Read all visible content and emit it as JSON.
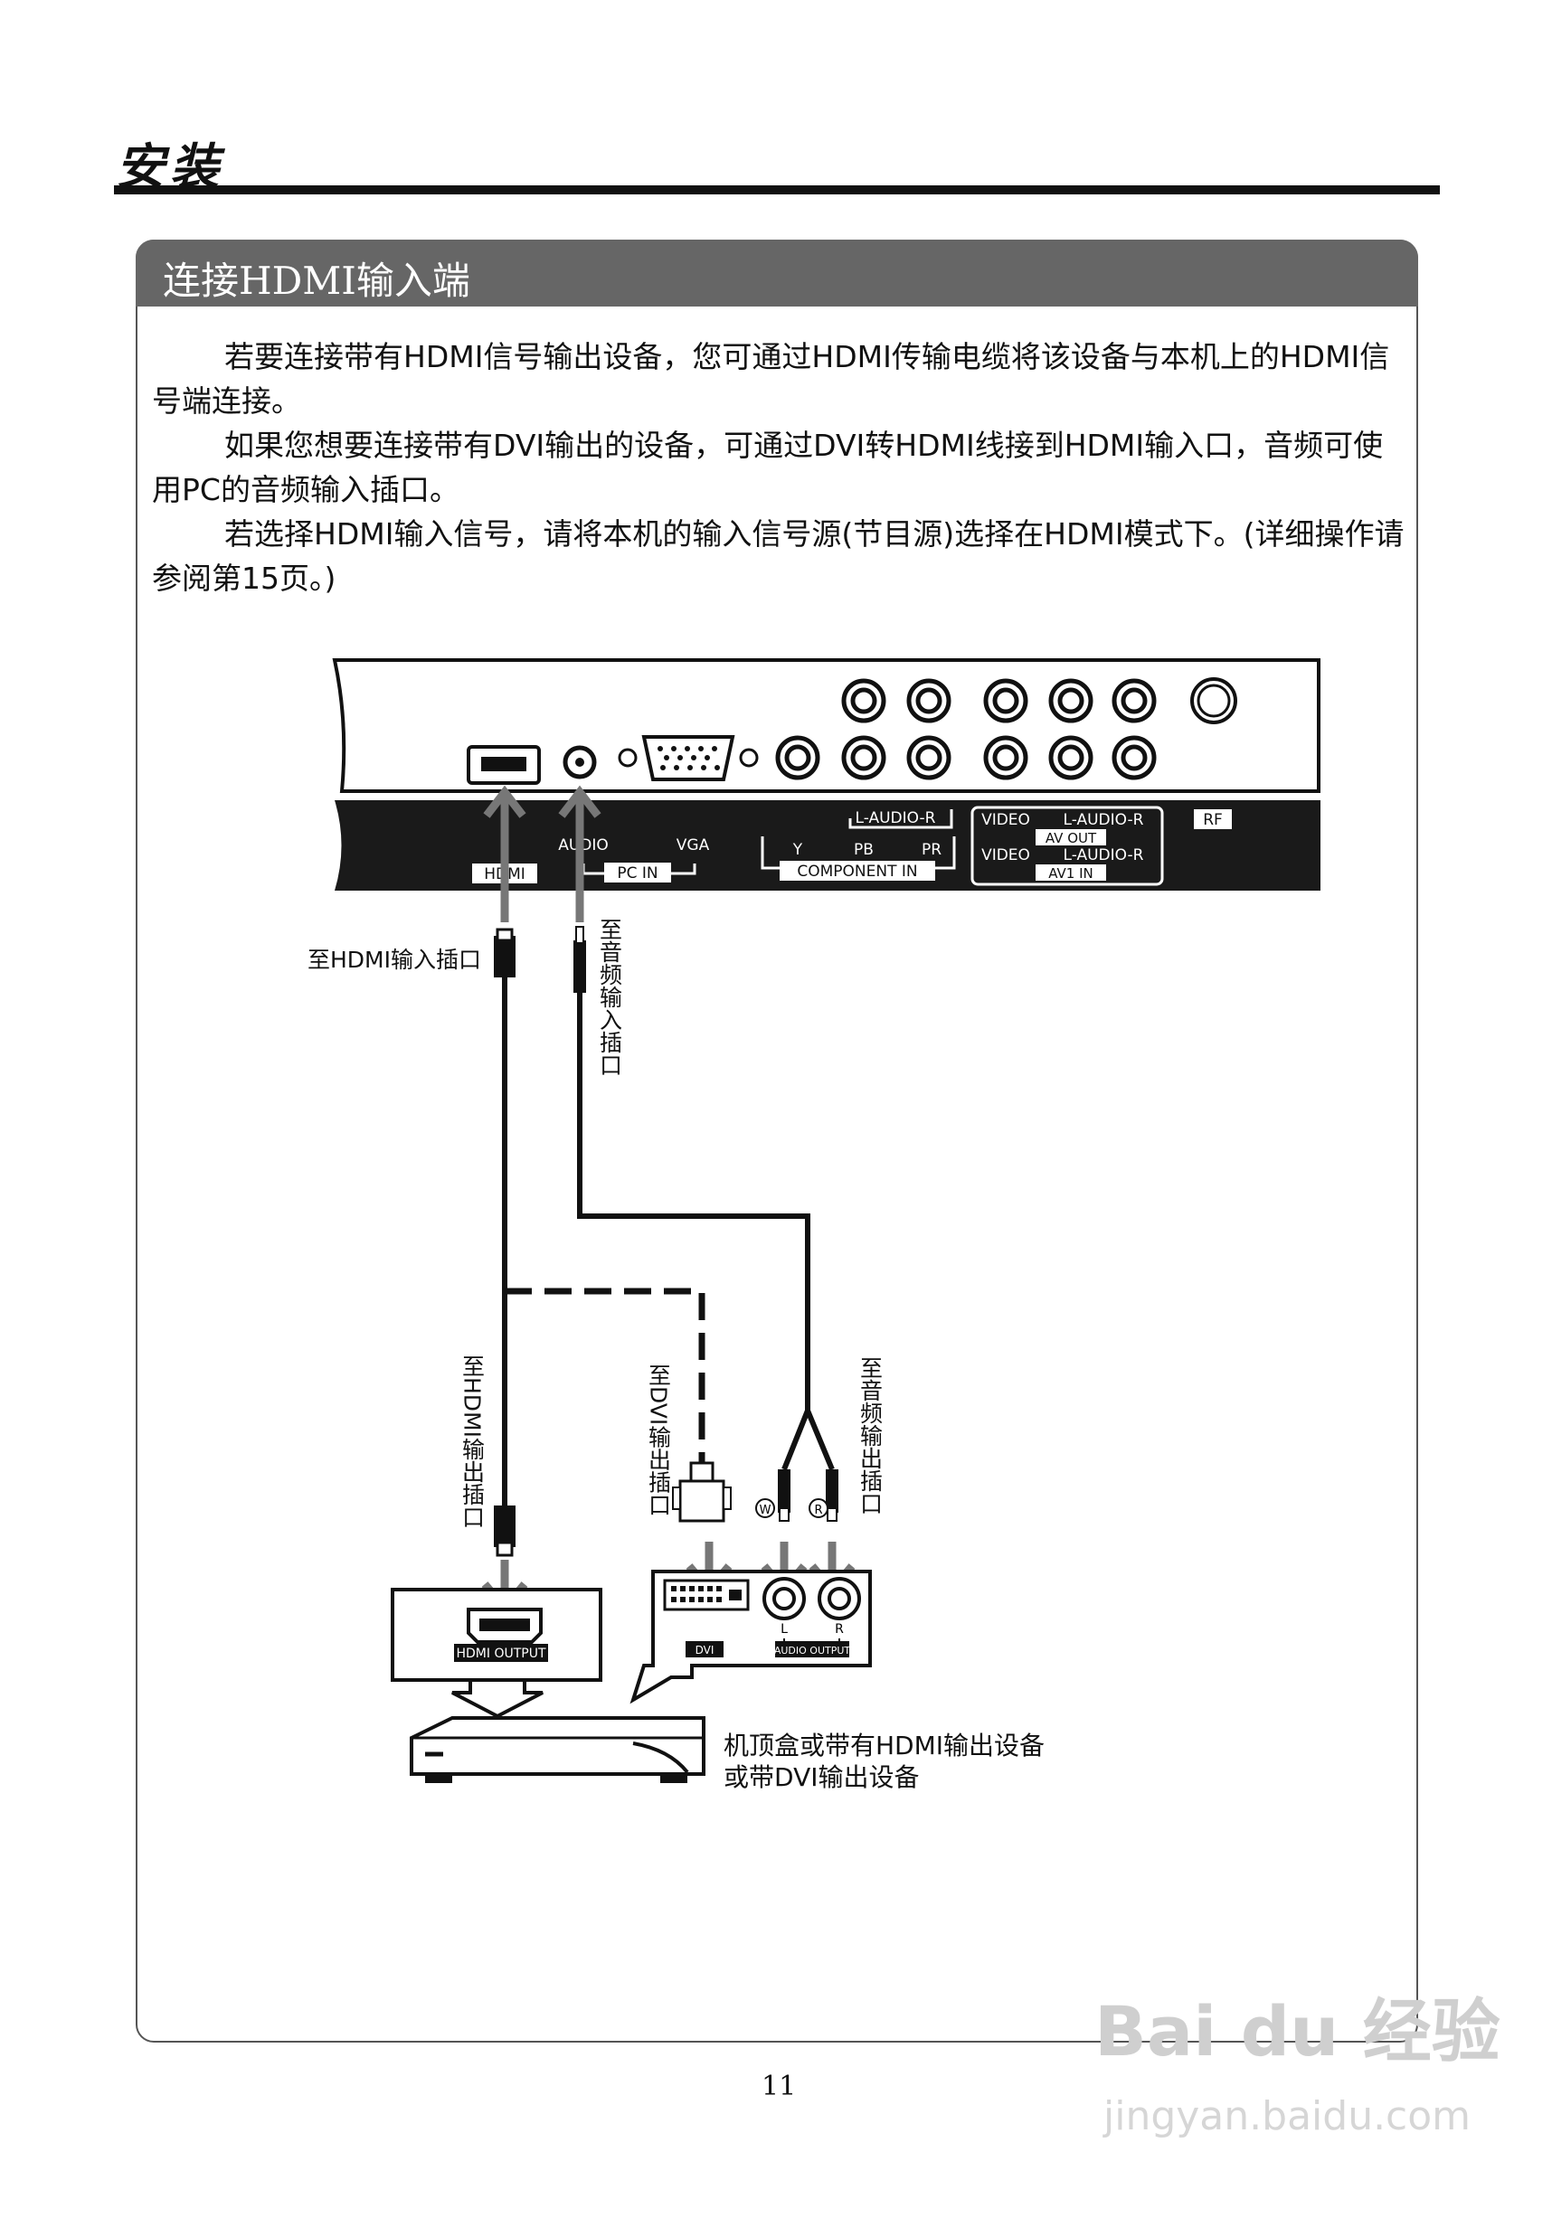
{
  "header": {
    "title": "安装"
  },
  "section": {
    "title": "连接HDMI输入端"
  },
  "paragraphs": [
    "若要连接带有HDMI信号输出设备，您可通过HDMI传输电缆将该设备与本机上的HDMI信号端连接。",
    "如果您想要连接带有DVI输出的设备，可通过DVI转HDMI线接到HDMI输入口，音频可使用PC的音频输入插口。",
    "若选择HDMI输入信号，请将本机的输入信号源(节目源)选择在HDMI模式下。(详细操作请参阅第15页。)"
  ],
  "diagram": {
    "tv_labels": {
      "hdmi": "HDMI",
      "audio": "AUDIO",
      "vga": "VGA",
      "pc_in": "PC IN",
      "component_audio": "L-AUDIO-R",
      "y": "Y",
      "pb": "PB",
      "pr": "PR",
      "component_in": "COMPONENT IN",
      "video1": "VIDEO",
      "audio1": "L-AUDIO-R",
      "av_out": "AV OUT",
      "video2": "VIDEO",
      "audio2": "L-AUDIO-R",
      "av1_in": "AV1 IN",
      "rf": "RF"
    },
    "callouts": {
      "to_hdmi_in": "至HDMI输入插口",
      "to_audio_in": "至音频输入插口",
      "to_hdmi_out": "至HDMI输出插口",
      "to_dvi_out": "至DVI输出插口",
      "to_audio_out": "至音频输出插口"
    },
    "device_labels": {
      "hdmi_output": "HDMI OUTPUT",
      "dvi": "DVI",
      "l": "L",
      "r": "R",
      "audio_output": "AUDIO OUTPUT",
      "plug_w": "W",
      "plug_r": "R"
    },
    "device_caption_1": "机顶盒或带有HDMI输出设备",
    "device_caption_2": "或带DVI输出设备"
  },
  "footer": {
    "page_number": "11"
  },
  "watermark": {
    "brand": "Bai du 经验",
    "url": "jingyan.baidu.com"
  }
}
